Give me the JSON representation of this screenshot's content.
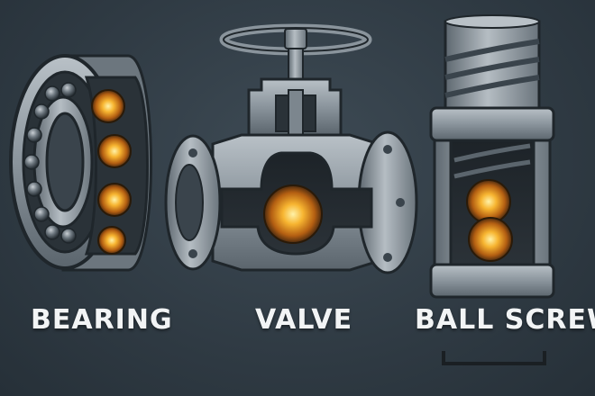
{
  "labels": {
    "bearing": "BEARING",
    "valve": "VALVE",
    "ball_screw": "BALL SCREW"
  },
  "colors": {
    "background": "#2f3a43",
    "metal": "#8a949c",
    "ball_glow": "#f0a020",
    "label_text": "#f2f4f5"
  }
}
